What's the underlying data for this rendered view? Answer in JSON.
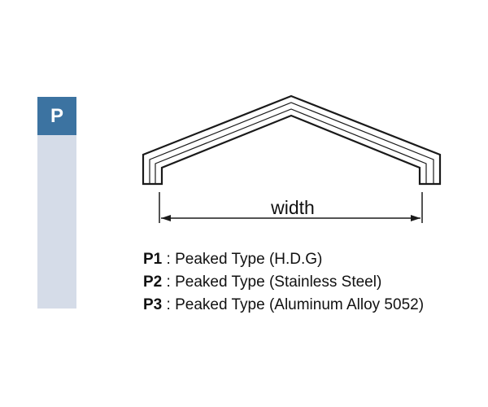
{
  "side_tab": {
    "label": "P"
  },
  "profile_diagram": {
    "dimension_label": "width",
    "stroke_color": "#1a1a1a",
    "fill_color": "#ffffff"
  },
  "legend": {
    "separator": ":",
    "items": [
      {
        "code": "P1",
        "description": "Peaked Type (H.D.G)"
      },
      {
        "code": "P2",
        "description": "Peaked Type (Stainless Steel)"
      },
      {
        "code": "P3",
        "description": "Peaked Type (Aluminum Alloy 5052)"
      }
    ]
  },
  "colors": {
    "tab_header": "#3c73a1",
    "tab_body": "#d5dce8",
    "text": "#111111"
  }
}
